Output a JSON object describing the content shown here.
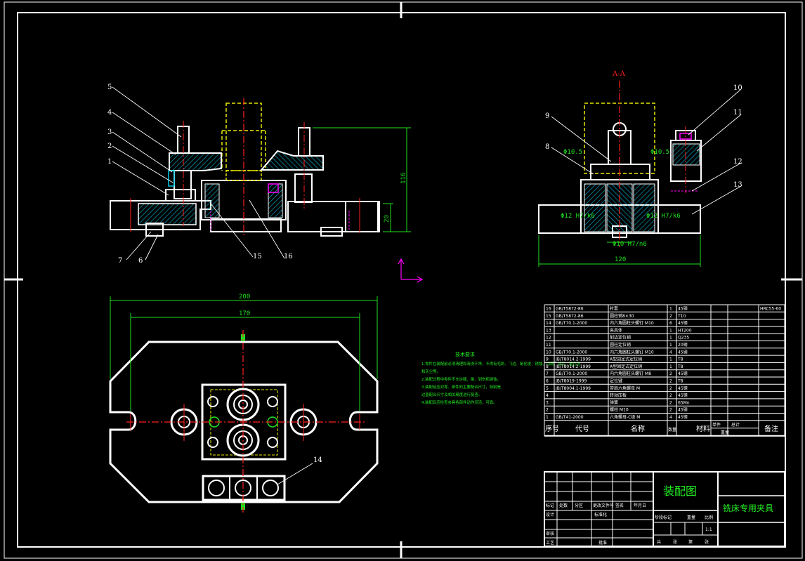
{
  "section_label": "A-A",
  "front_view": {
    "part_labels": [
      "5",
      "4",
      "3",
      "2",
      "1",
      "7",
      "6",
      "15",
      "16"
    ],
    "dimensions": [
      "116",
      "20"
    ]
  },
  "side_view": {
    "part_labels": [
      "9",
      "8",
      "10",
      "11",
      "12",
      "13"
    ],
    "dimensions": [
      "Φ10.5",
      "Φ10.5",
      "Φ12 H7/k6",
      "Φ12 H7/k6",
      "Φ10 H7/n6",
      "120"
    ]
  },
  "top_view": {
    "part_labels": [
      "14"
    ],
    "dimensions": [
      "200",
      "170"
    ]
  },
  "technical_notes": {
    "title": "技术要求",
    "lines": [
      "1.零件在装配前必须清理和清洗干净，不得有毛刺、飞边、氧化皮、锈蚀、切屑、油污、着色剂",
      "和灰尘等。",
      "2.装配过程中零件不允许磕、碰、划伤和锈蚀。",
      "3.装配前应对零、部件的主要配合尺寸，特别是",
      "过盈配合尺寸及相关精度进行复查。",
      "4.装配后应检查夹具各部件动作灵活、可靠。"
    ]
  },
  "bom": {
    "rows": [
      {
        "no": "16",
        "code": "GB/T5872-86",
        "name": "衬套",
        "qty": "1",
        "material": "45钢",
        "remark": "HRC55-60"
      },
      {
        "no": "15",
        "code": "GB/T5872-86",
        "name": "圆柱销8×30",
        "qty": "2",
        "material": "T10",
        "remark": ""
      },
      {
        "no": "14",
        "code": "GB/T70.1-2000",
        "name": "内六角圆柱头螺钉 M10",
        "qty": "6",
        "material": "45钢",
        "remark": ""
      },
      {
        "no": "13",
        "code": "",
        "name": "夹具体",
        "qty": "1",
        "material": "HT200",
        "remark": ""
      },
      {
        "no": "12",
        "code": "",
        "name": "削边定位销",
        "qty": "1",
        "material": "Q235",
        "remark": ""
      },
      {
        "no": "11",
        "code": "",
        "name": "圆柱定位销",
        "qty": "1",
        "material": "20钢",
        "remark": ""
      },
      {
        "no": "10",
        "code": "GB/T70.1-2000",
        "name": "内六角圆柱头螺钉 M10",
        "qty": "4",
        "material": "45钢",
        "remark": ""
      },
      {
        "no": "9",
        "code": "JB/T8014.2-1999",
        "name": "A型固定式定位销",
        "qty": "1",
        "material": "T8",
        "remark": ""
      },
      {
        "no": "8",
        "code": "JB/T8014.2-1999",
        "name": "A型固定式定位销",
        "qty": "1",
        "material": "T8",
        "remark": ""
      },
      {
        "no": "7",
        "code": "GB/T70.1-2000",
        "name": "内六角圆柱头螺钉 M8",
        "qty": "2",
        "material": "45钢",
        "remark": ""
      },
      {
        "no": "6",
        "code": "JB/T8019-1999",
        "name": "定位键",
        "qty": "2",
        "material": "T8",
        "remark": ""
      },
      {
        "no": "5",
        "code": "JB/T8004.1-1999",
        "name": "带肩六角螺母 M",
        "qty": "2",
        "material": "45钢",
        "remark": ""
      },
      {
        "no": "4",
        "code": "",
        "name": "转动压板",
        "qty": "2",
        "material": "45钢",
        "remark": ""
      },
      {
        "no": "3",
        "code": "",
        "name": "弹簧",
        "qty": "2",
        "material": "65Mn",
        "remark": ""
      },
      {
        "no": "2",
        "code": "",
        "name": "螺柱 M10",
        "qty": "2",
        "material": "45钢",
        "remark": ""
      },
      {
        "no": "1",
        "code": "GB/T41-2000",
        "name": "六角螺母-C级 M",
        "qty": "4",
        "material": "45钢",
        "remark": ""
      }
    ],
    "headers": {
      "no": "序号",
      "code": "代号",
      "name": "名称",
      "qty": "数量",
      "material": "材料",
      "single_weight": "单件",
      "total_weight": "总计",
      "weight": "重量",
      "remark": "备注"
    }
  },
  "title_block": {
    "drawing_name": "装配图",
    "product_name": "铣床专用夹具",
    "scale": "1:1",
    "labels": {
      "mark": "标记",
      "count": "处数",
      "zone": "分区",
      "doc_no": "更改文件号",
      "sign": "签名",
      "date": "年月日",
      "design": "设计",
      "standardize": "标准化",
      "check": "审核",
      "process": "工艺",
      "approve": "批准",
      "stage": "阶段标记",
      "weight": "重量",
      "scale": "比例",
      "sheets": "共",
      "sheet_unit": "张",
      "page": "第",
      "page_unit": "张"
    }
  },
  "colors": {
    "outline": "#ffffff",
    "dimension": "#1fe01f",
    "centerline": "#ff2020",
    "hidden": "#e8e800",
    "hatch": "#00c8e8",
    "accent": "#ff00ff"
  }
}
